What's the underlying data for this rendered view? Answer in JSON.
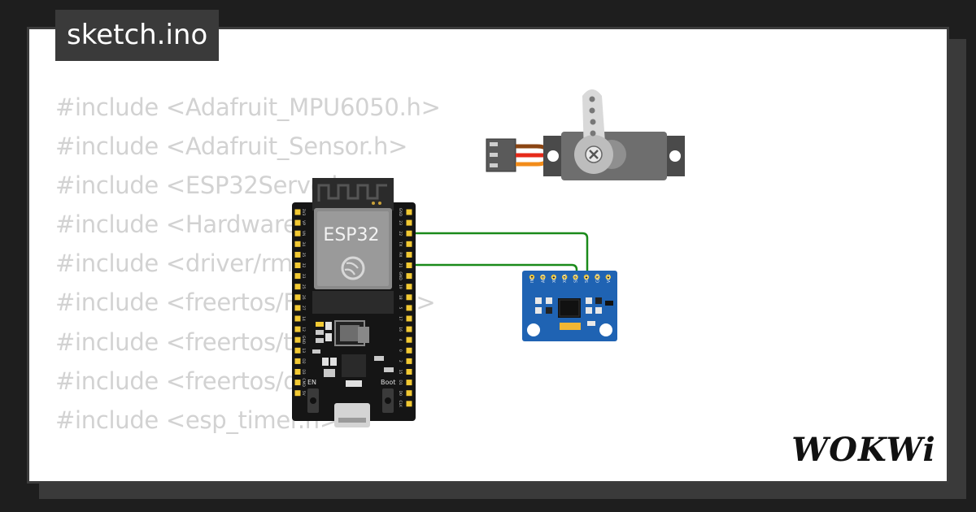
{
  "tab": {
    "filename": "sketch.ino"
  },
  "code_lines": [
    "#include <Adafruit_MPU6050.h>",
    "#include <Adafruit_Sensor.h>",
    "#include <ESP32Servo.h>",
    "#include <HardwareSerial.h>",
    "#include <driver/rmt.h>",
    "#include <freertos/FreeRTOS.h>",
    "#include <freertos/task.h>",
    "#include <freertos/queue.h>",
    "#include <esp_timer.h>",
    "",
    "//"
  ],
  "esp32": {
    "label": "ESP32",
    "en_label": "EN",
    "boot_label": "Boot",
    "left_pins": [
      "3V3",
      "VP",
      "VN",
      "34",
      "35",
      "32",
      "33",
      "25",
      "26",
      "27",
      "14",
      "12",
      "GND",
      "13",
      "D2",
      "D3",
      "CMD",
      "5V"
    ],
    "right_pins": [
      "GND",
      "23",
      "22",
      "TX",
      "RX",
      "21",
      "GND",
      "19",
      "18",
      "5",
      "17",
      "16",
      "4",
      "0",
      "2",
      "15",
      "D1",
      "D0",
      "CLK"
    ]
  },
  "mpu6050": {
    "pins": [
      "INT",
      "AD0",
      "XCL",
      "XDA",
      "SDA",
      "SCL",
      "GND",
      "VCC"
    ]
  },
  "servo": {
    "arm_color": "#d9d9d9"
  },
  "logo": {
    "text": "WOKWi"
  },
  "colors": {
    "wire": "#1a8a1a",
    "pcb_black": "#151515",
    "mpu_blue": "#1f63b3",
    "pin_gold": "#f2c933",
    "servo_gray": "#6e6e6e"
  }
}
